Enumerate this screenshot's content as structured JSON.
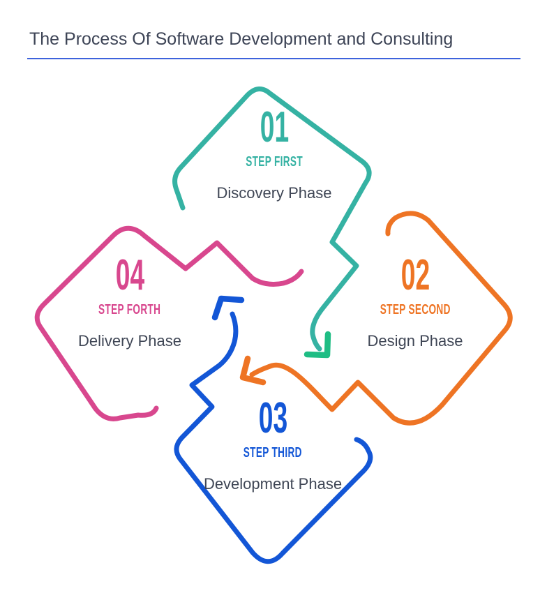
{
  "header": {
    "title": "The Process Of Software Development and Consulting"
  },
  "colors": {
    "heading_text": "#3d4456",
    "phase_text": "#3f4655",
    "rule_blue": "#3e63dc",
    "teal": "#35b2a3",
    "arrow_green": "#1fbd84",
    "orange": "#ee7424",
    "blue": "#1356d6",
    "pink": "#d8478e"
  },
  "steps": [
    {
      "number": "01",
      "step_label": "STEP FIRST",
      "phase": "Discovery Phase",
      "color": "#35b2a3",
      "position": "top"
    },
    {
      "number": "02",
      "step_label": "STEP SECOND",
      "phase": "Design Phase",
      "color": "#ee7424",
      "position": "right"
    },
    {
      "number": "03",
      "step_label": "STEP THIRD",
      "phase": "Development Phase",
      "color": "#1356d6",
      "position": "bottom"
    },
    {
      "number": "04",
      "step_label": "STEP FORTH",
      "phase": "Delivery Phase",
      "color": "#d8478e",
      "position": "left"
    }
  ]
}
